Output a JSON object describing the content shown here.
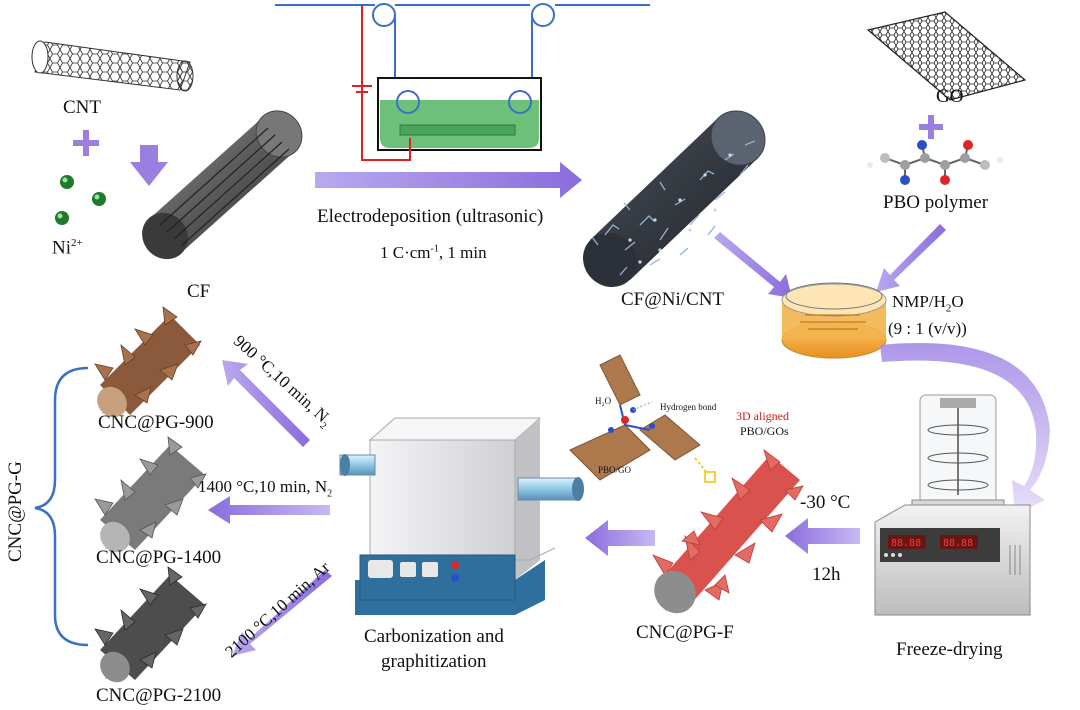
{
  "labels": {
    "cnt": "CNT",
    "ni": "Ni",
    "ni_sup": "2+",
    "cf": "CF",
    "go": "GO",
    "pbo": "PBO polymer",
    "electro": "Electrodeposition (ultrasonic)",
    "condition_main": "1 C·cm",
    "condition_sup": "-1",
    "condition_tail": ", 1 min",
    "cf_ni_cnt": "CF@Ni/CNT",
    "solvent_main": "NMP/H",
    "solvent_sub": "2",
    "solvent_tail": "O",
    "solvent_ratio": "(9 : 1 (v/v))",
    "temp_freeze": "-30 °C",
    "time_freeze": "12h",
    "freeze_drying": "Freeze-drying",
    "cnc_pg_f": "CNC@PG-F",
    "aligned_line1": "3D aligned",
    "aligned_line2": "PBO/GOs",
    "h2o": "H₂O",
    "hbond": "Hydrogen bond",
    "pbo_go": "PBO/GO",
    "carbonization_line1": "Carbonization and",
    "carbonization_line2": "graphitization",
    "cond_900": "900 °C,10 min, N",
    "cond_900_sub": "2",
    "cond_1400": "1400 °C,10 min, N",
    "cond_1400_sub": "2",
    "cond_2100": "2100 °C,10 min, Ar",
    "pg900": "CNC@PG-900",
    "pg1400": "CNC@PG-1400",
    "pg2100": "CNC@PG-2100",
    "group": "CNC@PG-G"
  },
  "colors": {
    "arrow": "#9a7fe0",
    "bath_liquid": "#6cc07a",
    "wire_red": "#e02020",
    "wire_blue": "#3a6fc7",
    "furnace_body": "#e8e8ea",
    "furnace_base": "#2e6f9e",
    "pg_f": "#e05a56",
    "pg900": "#8b5a3c",
    "pg1400": "#8a8a8a",
    "pg2100": "#5a5a5a",
    "bracket": "#3b6fc6",
    "dish_liquid": "#f2a33a"
  }
}
